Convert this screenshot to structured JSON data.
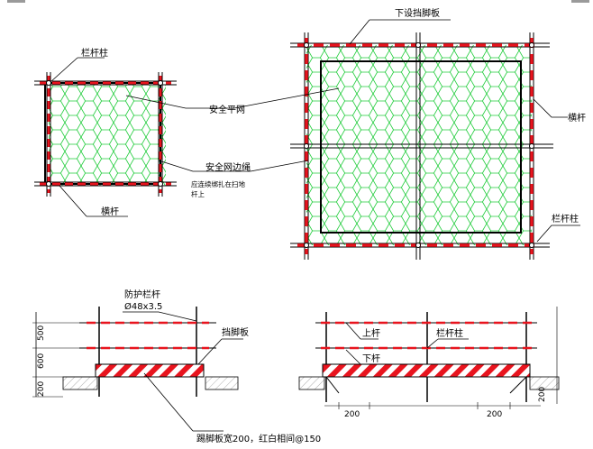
{
  "labels": {
    "railing_post": "栏杆柱",
    "safety_net": "安全平网",
    "net_edge_rope": "安全网边绳",
    "net_note_line1": "应连续绑扎在扫地",
    "net_note_line2": "杆上",
    "crossbar": "横杆",
    "toeboard_below": "下设挡脚板",
    "crossbar_right": "横杆",
    "railing_post_right": "栏杆柱",
    "guard_rail": "防护栏杆",
    "pipe_spec": "Ø48x3.5",
    "toeboard": "挡脚板",
    "top_rail": "上杆",
    "railing_post_elev": "栏杆柱",
    "bottom_rail": "下杆",
    "toeboard_note": "踢脚板宽200，红白相间@150"
  },
  "dimensions": {
    "upper_gap": "500",
    "lower_gap": "600",
    "toeboard_height": "200",
    "post_offset_left": "200",
    "post_offset_right": "200",
    "post_side": "200"
  },
  "colors": {
    "red": "#e8141e",
    "net_green": "#1fcc3a",
    "line": "#000000",
    "ground": "#444444"
  }
}
